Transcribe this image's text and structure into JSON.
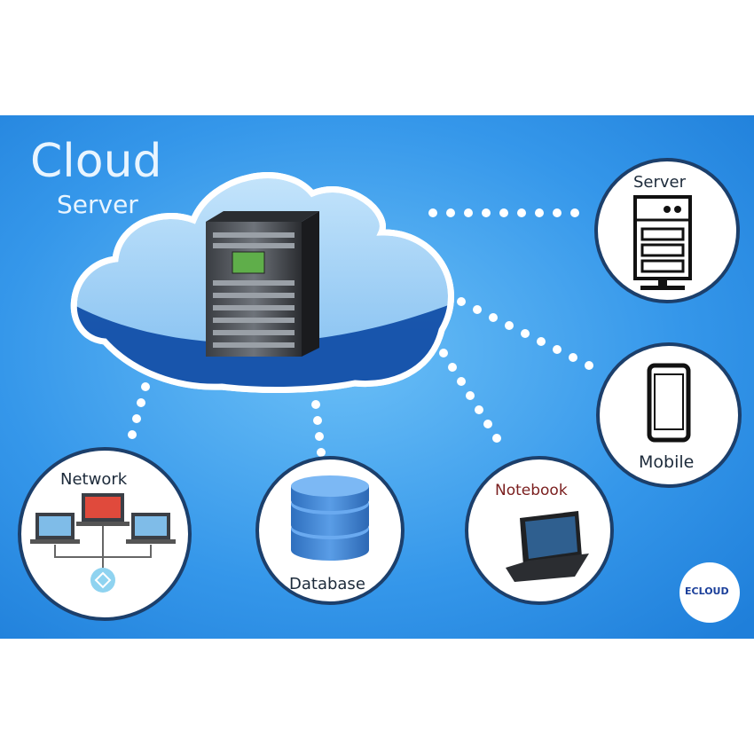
{
  "title": "Cloud",
  "subtitle": "Server",
  "nodes": {
    "server": "Server",
    "mobile": "Mobile",
    "notebook": "Notebook",
    "database": "Database",
    "network": "Network"
  },
  "colors": {
    "panel": "#2b8ee6",
    "panel_light": "#5fb3f2",
    "cloud_fill": "#9dd0f6",
    "cloud_band": "#124fa8",
    "connector": "#ffffff",
    "circle_stroke": "#1c3f6b",
    "database_blue": "#3a7fd0",
    "screen_red": "#e04a3c"
  },
  "logo": "ECLOUD"
}
